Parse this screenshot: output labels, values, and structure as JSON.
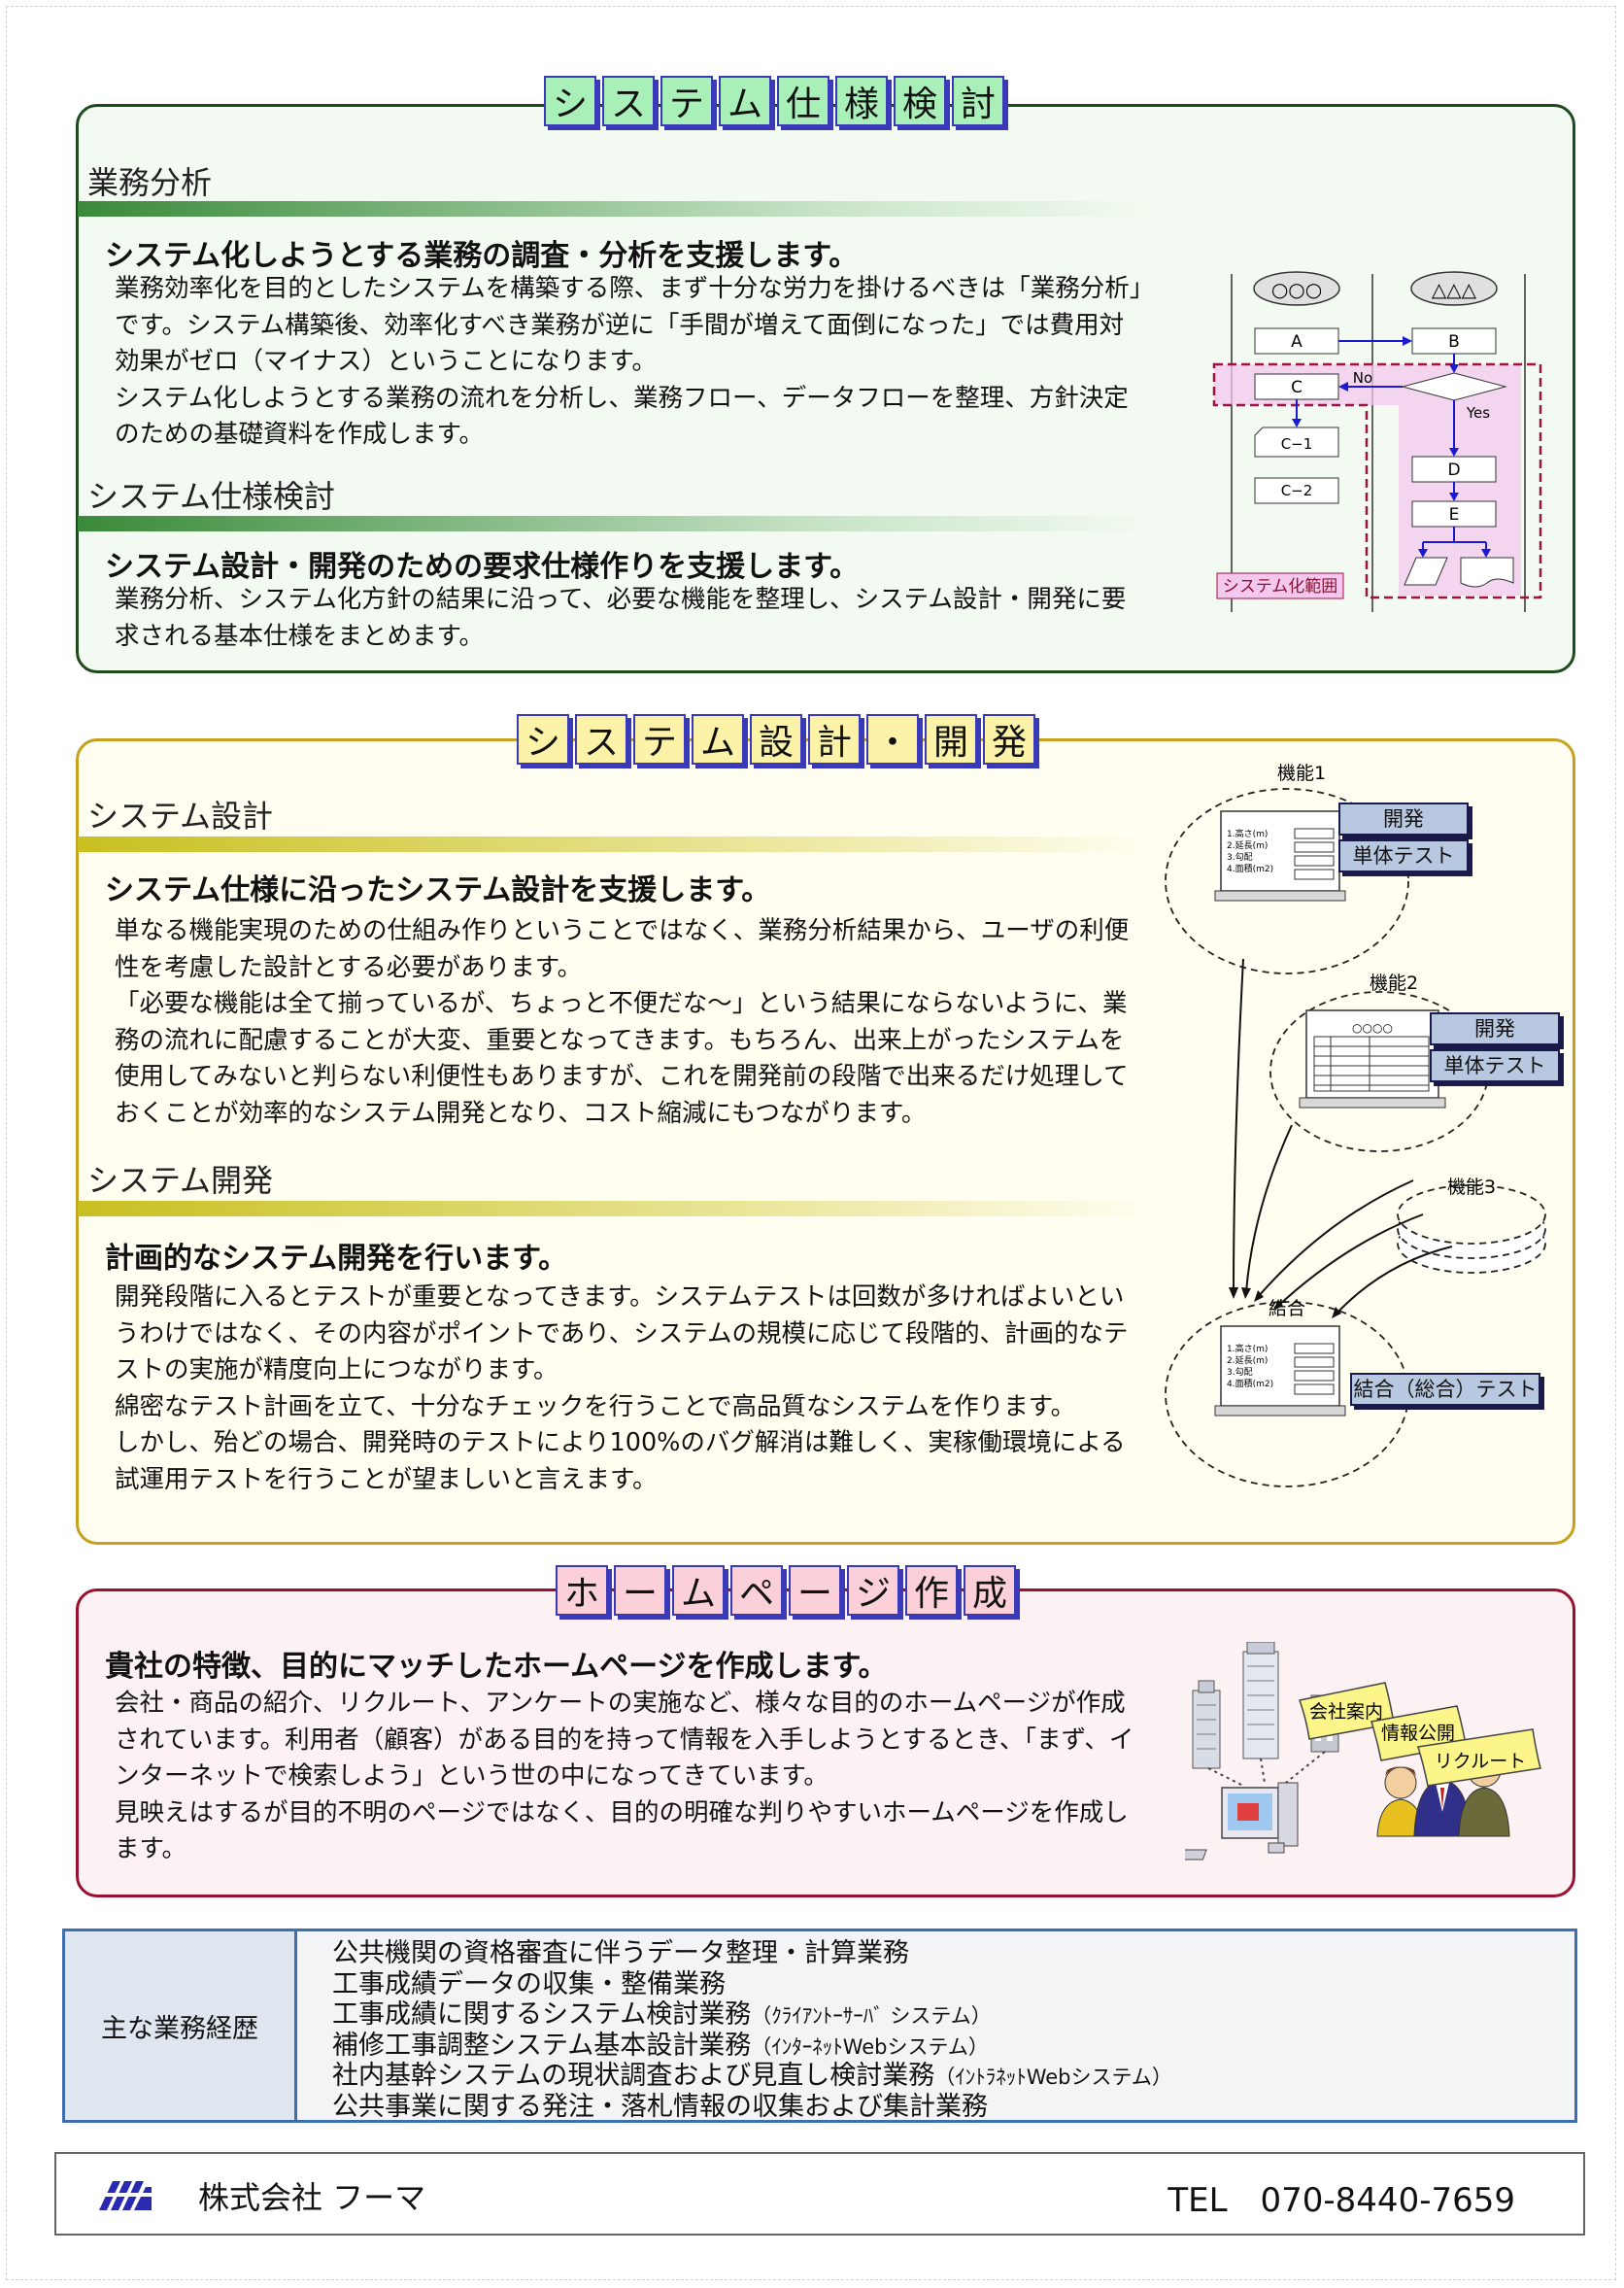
{
  "section1": {
    "title_chars": [
      "シ",
      "ス",
      "テ",
      "ム",
      "仕",
      "様",
      "検",
      "討"
    ],
    "sub1": {
      "heading": "業務分析",
      "lead": "システム化しようとする業務の調査・分析を支援します。",
      "paragraphs": [
        "業務効率化を目的としたシステムを構築する際、まず十分な労力を掛けるべきは「業務分析」です。システム構築後、効率化すべき業務が逆に「手間が増えて面倒になった」では費用対効果がゼロ（マイナス）ということになります。",
        "システム化しようとする業務の流れを分析し、業務フロー、データフローを整理、方針決定のための基礎資料を作成します。"
      ]
    },
    "sub2": {
      "heading": "システム仕様検討",
      "lead": "システム設計・開発のための要求仕様作りを支援します。",
      "paragraphs": [
        "業務分析、システム化方針の結果に沿って、必要な機能を整理し、システム設計・開発に要求される基本仕様をまとめます。"
      ]
    },
    "diagram": {
      "lane1": "○○○",
      "lane2": "△△△",
      "a": "A",
      "b": "B",
      "c": "C",
      "c1": "C−1",
      "c2": "C−2",
      "d": "D",
      "e": "E",
      "no": "No",
      "yes": "Yes",
      "scope": "システム化範囲"
    }
  },
  "section2": {
    "title_chars": [
      "シ",
      "ス",
      "テ",
      "ム",
      "設",
      "計",
      "・",
      "開",
      "発"
    ],
    "sub1": {
      "heading": "システム設計",
      "lead": "システム仕様に沿ったシステム設計を支援します。",
      "paragraphs": [
        "単なる機能実現のための仕組み作りということではなく、業務分析結果から、ユーザの利便性を考慮した設計とする必要があります。",
        "「必要な機能は全て揃っているが、ちょっと不便だな～」という結果にならないように、業務の流れに配慮することが大変、重要となってきます。もちろん、出来上がったシステムを使用してみないと判らない利便性もありますが、これを開発前の段階で出来るだけ処理しておくことが効率的なシステム開発となり、コスト縮減にもつながります。"
      ]
    },
    "sub2": {
      "heading": "システム開発",
      "lead": "計画的なシステム開発を行います。",
      "paragraphs": [
        "開発段階に入るとテストが重要となってきます。システムテストは回数が多ければよいというわけではなく、その内容がポイントであり、システムの規模に応じて段階的、計画的なテストの実施が精度向上につながります。",
        "綿密なテスト計画を立て、十分なチェックを行うことで高品質なシステムを作ります。",
        "しかし、殆どの場合、開発時のテストにより100%のバグ解消は難しく、実稼働環境による試運用テストを行うことが望ましいと言えます。"
      ]
    },
    "diagram": {
      "func1": "機能1",
      "func2": "機能2",
      "func3": "機能3",
      "join": "結合",
      "dev": "開発",
      "unit_test": "単体テスト",
      "join_test": "結合（総合）テスト",
      "form_items": [
        "1.高さ(m)",
        "2.延長(m)",
        "3.勾配",
        "4.面積(m2)"
      ],
      "screen_title": "○○○○"
    }
  },
  "section3": {
    "title_chars": [
      "ホ",
      "ー",
      "ム",
      "ペ",
      "ー",
      "ジ",
      "作",
      "成"
    ],
    "lead": "貴社の特徴、目的にマッチしたホームページを作成します。",
    "paragraphs": [
      "会社・商品の紹介、リクルート、アンケートの実施など、様々な目的のホームページが作成されています。利用者（顧客）がある目的を持って情報を入手しようとするとき、「まず、インターネットで検索しよう」という世の中になってきています。",
      "見映えはするが目的不明のページではなく、目的の明確な判りやすいホームページを作成します。"
    ],
    "flags": [
      "会社案内",
      "情報公開",
      "リクルート"
    ]
  },
  "history": {
    "header": "主な業務経歴",
    "items": [
      {
        "main": "公共機関の資格審査に伴うデータ整理・計算業務",
        "note": ""
      },
      {
        "main": "工事成績データの収集・整備業務",
        "note": ""
      },
      {
        "main": "工事成績に関するシステム検討業務",
        "note": "（ｸﾗｲｱﾝﾄｰｻｰﾊﾞ システム）"
      },
      {
        "main": "補修工事調整システム基本設計業務",
        "note": "（ｲﾝﾀｰﾈｯﾄWebシステム）"
      },
      {
        "main": "社内基幹システムの現状調査および見直し検討業務",
        "note": "（ｲﾝﾄﾗﾈｯﾄWebシステム）"
      },
      {
        "main": "公共事業に関する発注・落札情報の収集および集計業務",
        "note": ""
      }
    ]
  },
  "footer": {
    "company": "株式会社 フーマ",
    "tel": "TEL　070-8440-7659"
  },
  "colors": {
    "green_border": "#1e4a1e",
    "green_bg": "#f3faf1",
    "yellow_border": "#c8a020",
    "yellow_bg": "#fffef0",
    "red_border": "#9a1030",
    "red_bg": "#fdf2f3"
  }
}
